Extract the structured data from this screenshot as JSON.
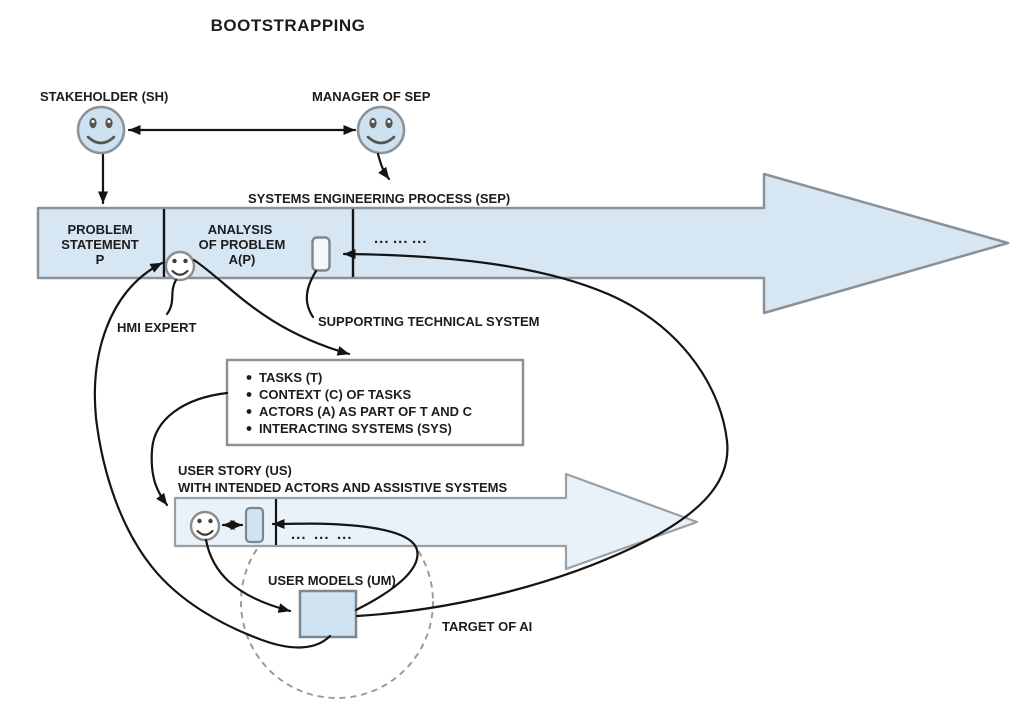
{
  "title": "BOOTSTRAPPING",
  "stakeholder": {
    "label": "STAKEHOLDER (SH)"
  },
  "manager": {
    "label": "MANAGER OF SEP"
  },
  "sep": {
    "label": "SYSTEMS ENGINEERING PROCESS (SEP)",
    "problem": {
      "line1": "PROBLEM",
      "line2": "STATEMENT",
      "line3": "P"
    },
    "analysis": {
      "line1": "ANALYSIS",
      "line2": "OF PROBLEM",
      "line3": "A(P)"
    },
    "dots_groups": [
      "...",
      "...",
      "..."
    ],
    "supporting_system": {
      "label": "SUPPORTING TECHNICAL SYSTEM"
    }
  },
  "hmi_expert": {
    "label": "HMI EXPERT"
  },
  "tasks_box": {
    "items": [
      "TASKS (T)",
      "CONTEXT (C) OF TASKS",
      "ACTORS (A) AS PART OF T AND C",
      "INTERACTING SYSTEMS (SYS)"
    ]
  },
  "user_story": {
    "label_line1": "USER STORY (US)",
    "label_line2": "WITH INTENDED ACTORS AND ASSISTIVE SYSTEMS",
    "dots_groups": [
      "...",
      "...",
      "..."
    ]
  },
  "user_models": {
    "label": "USER MODELS (UM)"
  },
  "target_of_ai": {
    "label": "TARGET OF AI"
  },
  "colors": {
    "process_fill": "#d7e6f3",
    "light_fill": "#e9f1f9",
    "smiley_fill": "#cde1f0",
    "box_fill": "#cfe3f2",
    "border_gray": "#8a9197",
    "connector": "#141414",
    "dashed_circle": "#9b9b9b",
    "text": "#1c1c1c"
  }
}
